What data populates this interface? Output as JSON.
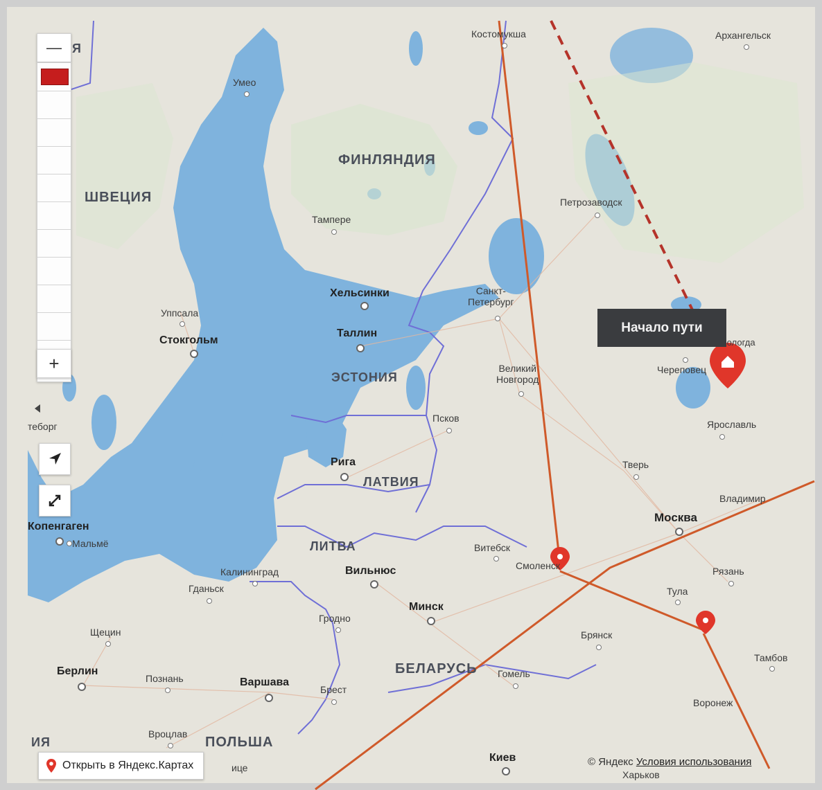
{
  "tooltip": {
    "text": "Начало пути"
  },
  "open_button": {
    "label": "Открыть в Яндекс.Картах"
  },
  "copyright": {
    "brand": "© Яндекс",
    "terms": "Условия использования"
  },
  "zoom": {
    "plus": "+",
    "minus": "—"
  },
  "countries": {
    "sweden": "ШВЕЦИЯ",
    "finland": "ФИНЛЯНДИЯ",
    "estonia": "ЭСТОНИЯ",
    "latvia": "ЛАТВИЯ",
    "lithuania": "ЛИТВА",
    "belarus": "БЕЛАРУСЬ",
    "poland": "ПОЛЬША",
    "edge_left_top": "Я",
    "edge_left_bottom": "ИЯ",
    "edge_left_mid": "теборг",
    "edge_copenhagen": "Копенгаген"
  },
  "cities": {
    "kostomuksha": "Костомукша",
    "arkhangelsk": "Архангельск",
    "umeo": "Умео",
    "petrozavodsk": "Петрозаводск",
    "tampere": "Тампере",
    "helsinki": "Хельсинки",
    "spb": "Санкт-\nПетербург",
    "uppsala": "Уппсала",
    "stockholm": "Стокгольм",
    "tallinn": "Таллин",
    "novgorod": "Великий\nНовгород",
    "vologda": "Вологда",
    "cherepovets": "Череповец",
    "pskov": "Псков",
    "yaroslavl": "Ярославль",
    "riga": "Рига",
    "tver": "Тверь",
    "vladimir": "Владимир",
    "moscow": "Москва",
    "malmo": "Мальмё",
    "vitebsk": "Витебск",
    "smolensk": "Смоленск",
    "ryazan": "Рязань",
    "kaliningrad": "Калининград",
    "vilnius": "Вильнюс",
    "gdansk": "Гданьск",
    "tula": "Тула",
    "minsk": "Минск",
    "grodno": "Гродно",
    "szczecin": "Щецин",
    "bryansk": "Брянск",
    "tambov": "Тамбов",
    "berlin": "Берлин",
    "poznan": "Познань",
    "warsaw": "Варшава",
    "brest": "Брест",
    "gomel": "Гомель",
    "voronezh": "Воронеж",
    "wroclaw": "Вроцлав",
    "kiev": "Киев",
    "kharkov": "Харьков",
    "lodz_partial": "ице"
  },
  "colors": {
    "water": "#7fb3dd",
    "land": "#e9e6df",
    "route": "#cf5a2a",
    "dashed_route": "#b5332a",
    "border": "#6f6fd6",
    "marker": "#e0362a",
    "tooltip_bg": "#3a3c3f"
  }
}
